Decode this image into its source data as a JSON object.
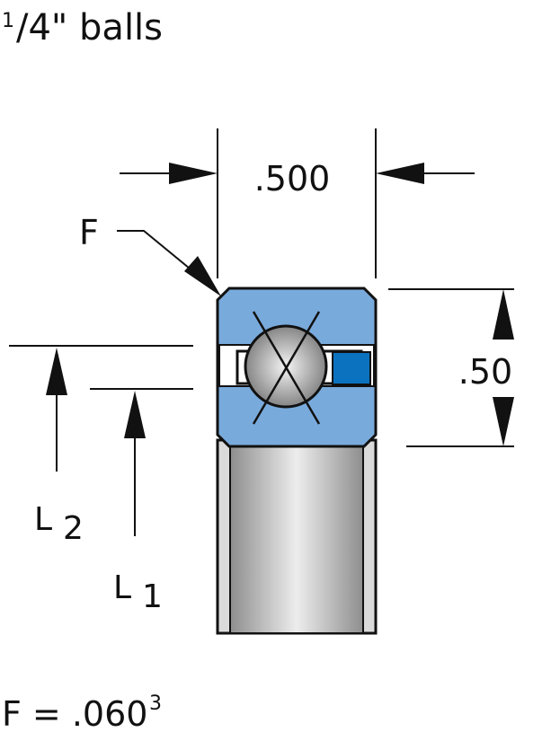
{
  "title": {
    "numerator": "1",
    "rest": "/4\" balls"
  },
  "dimensions": {
    "width": ".500",
    "height": ".50",
    "chamfer_label": "F",
    "l1": {
      "letter": "L",
      "sub": "1"
    },
    "l2": {
      "letter": "L",
      "sub": "2"
    }
  },
  "footnote": {
    "text": "F = .060",
    "superscript": "3"
  },
  "colors": {
    "ring": "#79aadc",
    "separator": "#0b72c0",
    "ball": "#a9a9a9",
    "bore": "#b5b5b5"
  }
}
